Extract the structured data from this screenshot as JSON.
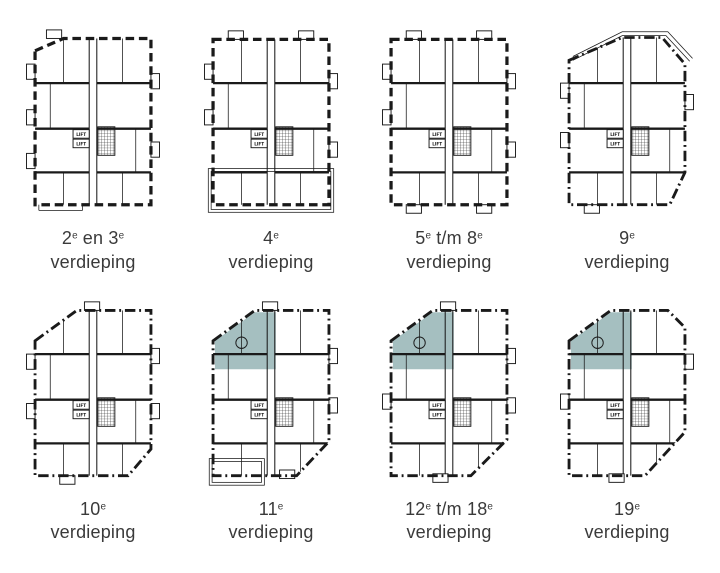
{
  "colors": {
    "line": "#1a1a1a",
    "highlight": "#a5bfc0",
    "background": "#ffffff",
    "caption": "#3a3a3a"
  },
  "common": {
    "lift_label": "LIFT"
  },
  "plans": [
    {
      "id": "floor-2-3",
      "variant": "v1",
      "highlight": false,
      "label_rich": [
        {
          "t": "2"
        },
        {
          "t": "e",
          "sup": true
        },
        {
          "t": " en 3"
        },
        {
          "t": "e",
          "sup": true
        }
      ],
      "line2": "verdieping"
    },
    {
      "id": "floor-4",
      "variant": "v2",
      "highlight": false,
      "label_rich": [
        {
          "t": "4"
        },
        {
          "t": "e",
          "sup": true
        }
      ],
      "line2": "verdieping"
    },
    {
      "id": "floor-5-8",
      "variant": "v3",
      "highlight": false,
      "label_rich": [
        {
          "t": "5"
        },
        {
          "t": "e",
          "sup": true
        },
        {
          "t": " t/m 8"
        },
        {
          "t": "e",
          "sup": true
        }
      ],
      "line2": "verdieping"
    },
    {
      "id": "floor-9",
      "variant": "v4",
      "highlight": false,
      "label_rich": [
        {
          "t": "9"
        },
        {
          "t": "e",
          "sup": true
        }
      ],
      "line2": "verdieping"
    },
    {
      "id": "floor-10",
      "variant": "v5",
      "highlight": false,
      "label_rich": [
        {
          "t": "10"
        },
        {
          "t": "e",
          "sup": true
        }
      ],
      "line2": "verdieping"
    },
    {
      "id": "floor-11",
      "variant": "v6",
      "highlight": true,
      "label_rich": [
        {
          "t": "11"
        },
        {
          "t": "e",
          "sup": true
        }
      ],
      "line2": "verdieping"
    },
    {
      "id": "floor-12-18",
      "variant": "v7",
      "highlight": true,
      "label_rich": [
        {
          "t": "12"
        },
        {
          "t": "e",
          "sup": true
        },
        {
          "t": " t/m 18"
        },
        {
          "t": "e",
          "sup": true
        }
      ],
      "line2": "verdieping"
    },
    {
      "id": "floor-19",
      "variant": "v8",
      "highlight": true,
      "label_rich": [
        {
          "t": "19"
        },
        {
          "t": "e",
          "sup": true
        }
      ],
      "line2": "verdieping"
    }
  ]
}
